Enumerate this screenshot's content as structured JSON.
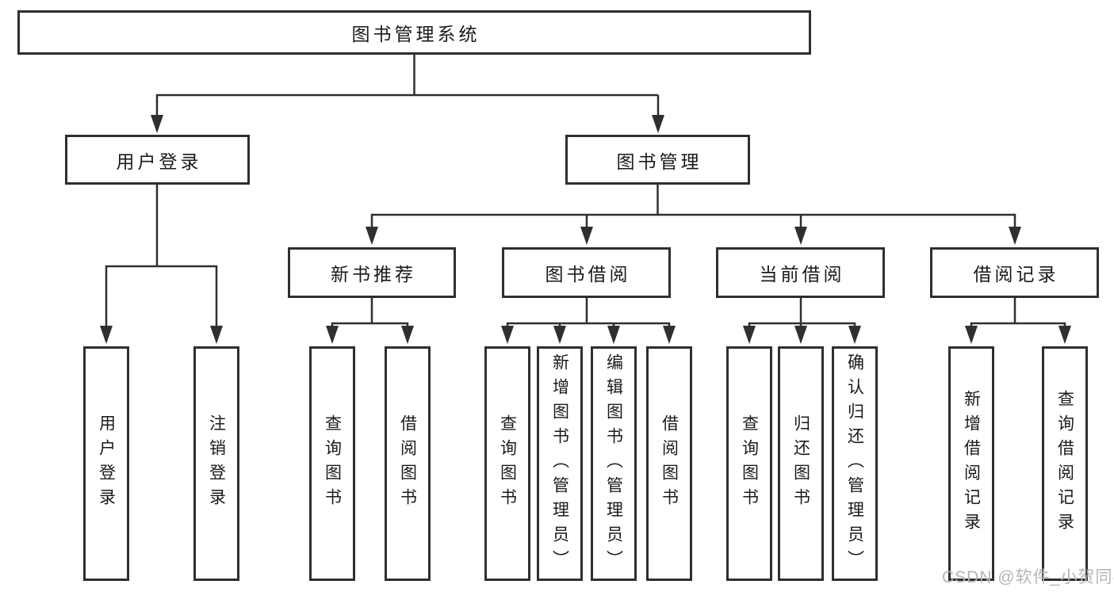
{
  "watermark": {
    "text": "CSDN @软件_小贺同学"
  },
  "colors": {
    "line": "#2f2f2f",
    "box_border": "#2f2f2f",
    "box_fill": "#ffffff",
    "text": "#1a1a1a",
    "background": "#ffffff",
    "watermark_text": "#b5b5b5"
  },
  "tree": {
    "label": "图书管理系统",
    "children": [
      {
        "label": "用户登录",
        "children": [
          {
            "label": "用户登录"
          },
          {
            "label": "注销登录"
          }
        ]
      },
      {
        "label": "图书管理",
        "children": [
          {
            "label": "新书推荐",
            "children": [
              {
                "label": "查询图书"
              },
              {
                "label": "借阅图书"
              }
            ]
          },
          {
            "label": "图书借阅",
            "children": [
              {
                "label": "查询图书"
              },
              {
                "label": "新增图书（管理员）"
              },
              {
                "label": "编辑图书（管理员）"
              },
              {
                "label": "借阅图书"
              }
            ]
          },
          {
            "label": "当前借阅",
            "children": [
              {
                "label": "查询图书"
              },
              {
                "label": "归还图书"
              },
              {
                "label": "确认归还（管理员）"
              }
            ]
          },
          {
            "label": "借阅记录",
            "children": [
              {
                "label": "新增借阅记录"
              },
              {
                "label": "查询借阅记录"
              }
            ]
          }
        ]
      }
    ]
  }
}
